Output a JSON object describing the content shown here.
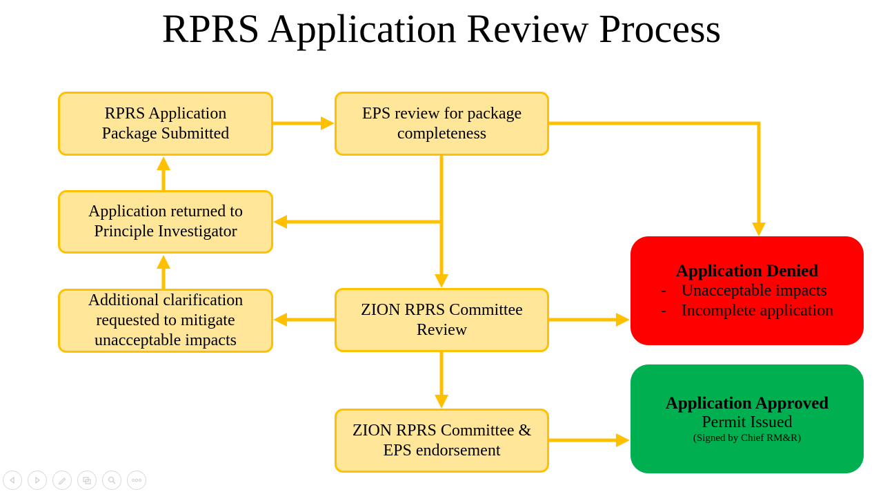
{
  "title": "RPRS Application Review Process",
  "colors": {
    "box_fill": "#ffe699",
    "box_border": "#ffc000",
    "arrow": "#ffc000",
    "denied": "#ff0000",
    "approved": "#00b050"
  },
  "nodes": {
    "submitted": {
      "lines": [
        "RPRS Application",
        "Package Submitted"
      ]
    },
    "eps_review": {
      "lines": [
        "EPS review for package",
        "completeness"
      ]
    },
    "returned": {
      "lines": [
        "Application returned to",
        "Principle Investigator"
      ]
    },
    "clarification": {
      "lines": [
        "Additional clarification",
        "requested to mitigate",
        "unacceptable impacts"
      ]
    },
    "committee_review": {
      "lines": [
        "ZION RPRS Committee",
        "Review"
      ]
    },
    "endorsement": {
      "lines": [
        "ZION RPRS Committee &",
        "EPS endorsement"
      ]
    }
  },
  "denied": {
    "heading": "Application Denied",
    "reasons": [
      "Unacceptable impacts",
      "Incomplete application"
    ],
    "bullet": "-"
  },
  "approved": {
    "heading": "Application Approved",
    "subheading": "Permit Issued",
    "note": "(Signed by Chief RM&R)"
  },
  "nav_icons": [
    "previous-icon",
    "next-icon",
    "pen-icon",
    "slides-icon",
    "zoom-icon",
    "more-icon"
  ]
}
